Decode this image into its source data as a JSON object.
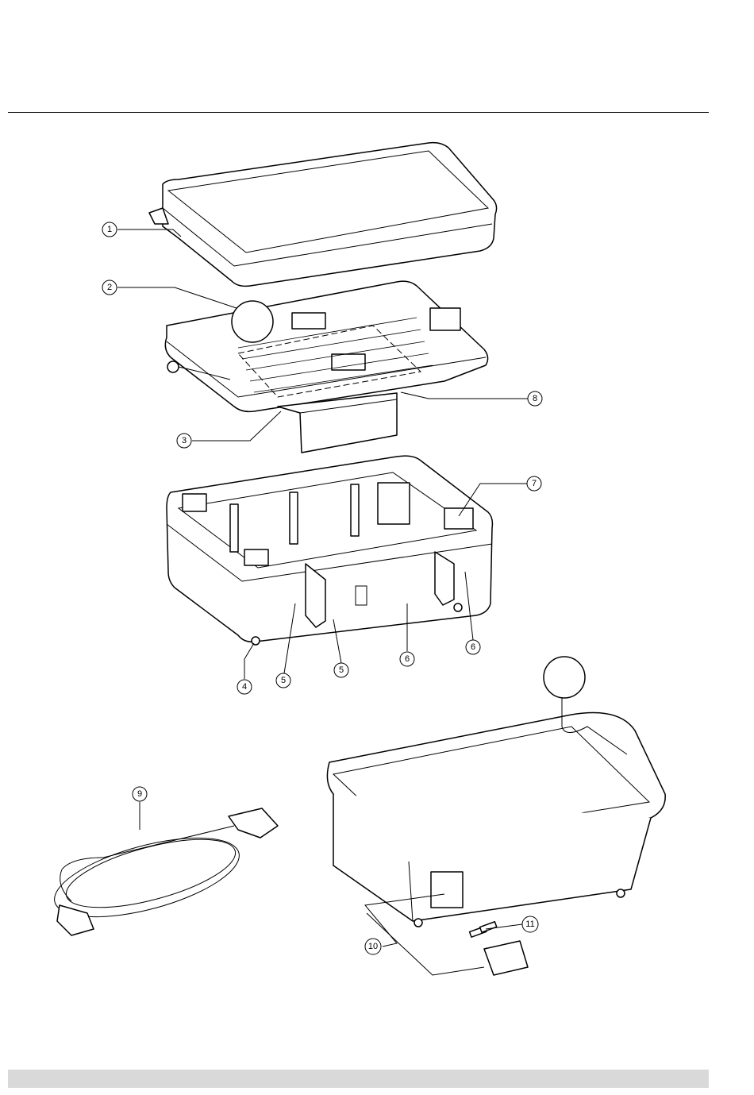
{
  "callouts": [
    {
      "id": "c1",
      "label": "1"
    },
    {
      "id": "c2",
      "label": "2"
    },
    {
      "id": "c3",
      "label": "3"
    },
    {
      "id": "c4",
      "label": "4"
    },
    {
      "id": "c5a",
      "label": "5"
    },
    {
      "id": "c5b",
      "label": "5"
    },
    {
      "id": "c6a",
      "label": "6"
    },
    {
      "id": "c6b",
      "label": "6"
    },
    {
      "id": "c7",
      "label": "7"
    },
    {
      "id": "c8",
      "label": "8"
    },
    {
      "id": "c9",
      "label": "9"
    },
    {
      "id": "c10",
      "label": "10"
    },
    {
      "id": "c11",
      "label": "11"
    }
  ]
}
